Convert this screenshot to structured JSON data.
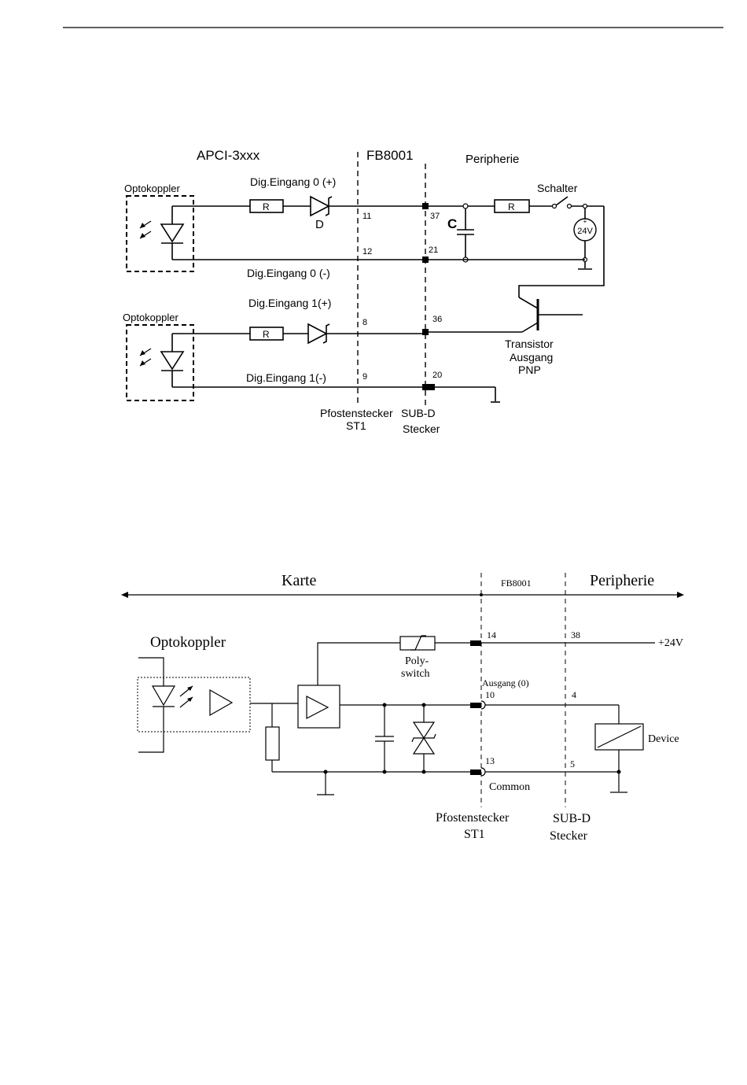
{
  "d1": {
    "board": "APCI-3xxx",
    "fb": "FB8001",
    "periph": "Peripherie",
    "opto1": "Optokoppler",
    "opto2": "Optokoppler",
    "in0p": "Dig.Eingang 0 (+)",
    "in0m": "Dig.Eingang 0 (-)",
    "in1p": "Dig.Eingang 1(+)",
    "in1m": "Dig.Eingang 1(-)",
    "r": "R",
    "d": "D",
    "c": "C",
    "schalter": "Schalter",
    "v24": "24V",
    "trans1": "Transistor",
    "trans2": "Ausgang",
    "trans3": "PNP",
    "pin11": "11",
    "pin12": "12",
    "pin8": "8",
    "pin9": "9",
    "pin37": "37",
    "pin21": "21",
    "pin36": "36",
    "pin20": "20",
    "pf1": "Pfostenstecker",
    "pf2": "ST1",
    "sd1": "SUB-D",
    "sd2": "Stecker"
  },
  "d2": {
    "karte": "Karte",
    "fb": "FB8001",
    "periph": "Peripherie",
    "opto": "Optokoppler",
    "poly1": "Poly-",
    "poly2": "switch",
    "p14": "14",
    "p38": "38",
    "v24": "+24V",
    "ausgang": "Ausgang (0)",
    "p10": "10",
    "p4": "4",
    "device": "Device",
    "p13": "13",
    "p5": "5",
    "common": "Common",
    "pf1": "Pfostenstecker",
    "pf2": "ST1",
    "sd1": "SUB-D",
    "sd2": "Stecker"
  }
}
